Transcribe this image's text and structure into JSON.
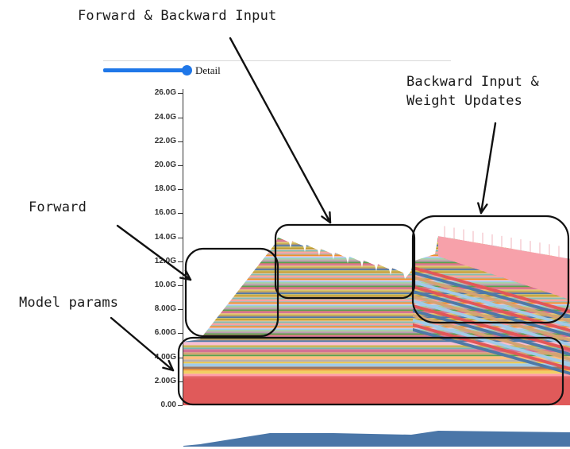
{
  "annotations": {
    "forward_backward_input": "Forward & Backward Input",
    "backward_input_weight_updates_line1": "Backward Input &",
    "backward_input_weight_updates_line2": "Weight Updates",
    "forward": "Forward",
    "model_params": "Model params"
  },
  "controls": {
    "slider_label": "Detail",
    "slider_value": 1.0,
    "slider_color": "#1f77e8"
  },
  "chart_data": {
    "type": "area",
    "ylabel": "",
    "ylim": [
      0,
      27
    ],
    "y_ticks": [
      "26.0G",
      "24.0G",
      "22.0G",
      "20.0G",
      "18.0G",
      "16.0G",
      "14.0G",
      "12.0G",
      "10.0G",
      "8.00G",
      "6.00G",
      "4.00G",
      "2.00G",
      "0.00"
    ],
    "regions": [
      {
        "name": "Model params",
        "y_range_G": [
          0,
          5.3
        ]
      },
      {
        "name": "Forward",
        "peak_G": 12.9
      },
      {
        "name": "Forward & Backward Input",
        "peak_G": 14.0
      },
      {
        "name": "Backward Input & Weight Updates",
        "peak_G": 14.1
      }
    ],
    "minimap_color": "#4a76a8"
  }
}
